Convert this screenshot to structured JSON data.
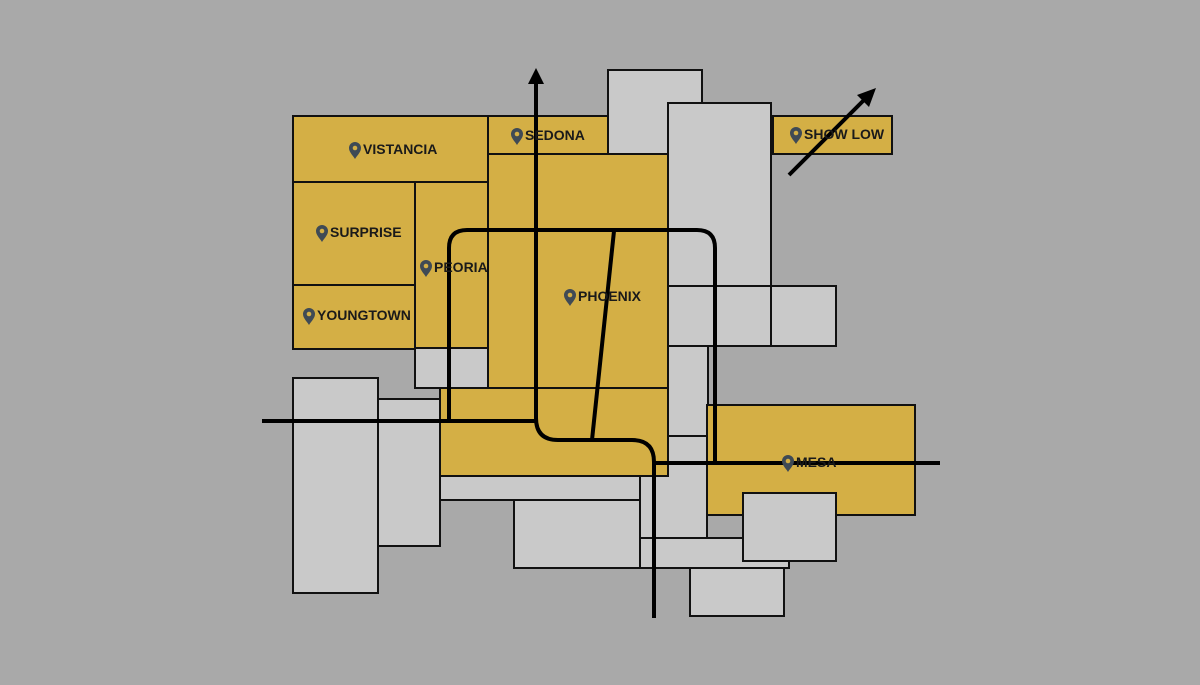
{
  "colors": {
    "background": "#a9a9a9",
    "highlighted_region": "#d4af45",
    "other_region": "#c9c9c9",
    "road": "#000000",
    "pin": "#3f4a55"
  },
  "icons": {
    "marker": "map-pin-icon",
    "direction": "arrow-icon"
  },
  "cities": [
    {
      "id": "vistancia",
      "label": "VISTANCIA"
    },
    {
      "id": "sedona",
      "label": "SEDONA"
    },
    {
      "id": "show-low",
      "label": "SHOW LOW"
    },
    {
      "id": "surprise",
      "label": "SURPRISE"
    },
    {
      "id": "peoria",
      "label": "PEORIA"
    },
    {
      "id": "phoenix",
      "label": "PHOENIX"
    },
    {
      "id": "youngtown",
      "label": "YOUNGTOWN"
    },
    {
      "id": "mesa",
      "label": "MESA"
    }
  ]
}
